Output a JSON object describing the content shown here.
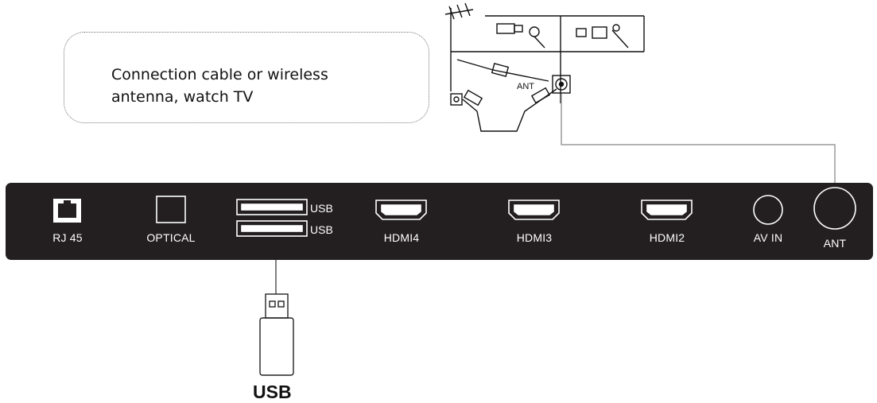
{
  "callout": {
    "line1": "Connection cable or wireless",
    "line2": "antenna, watch TV"
  },
  "antenna_diagram": {
    "ant_label": "ANT"
  },
  "ports": {
    "rj45": "RJ 45",
    "optical": "OPTICAL",
    "usb_top": "USB",
    "usb_bottom": "USB",
    "hdmi4": "HDMI4",
    "hdmi3": "HDMI3",
    "hdmi2": "HDMI2",
    "av_in": "AV IN",
    "ant": "ANT"
  },
  "usb_device": {
    "label": "USB"
  },
  "colors": {
    "panel": "#231f20",
    "port_outline": "#ffffff",
    "connector_line": "#9a9a9a"
  }
}
